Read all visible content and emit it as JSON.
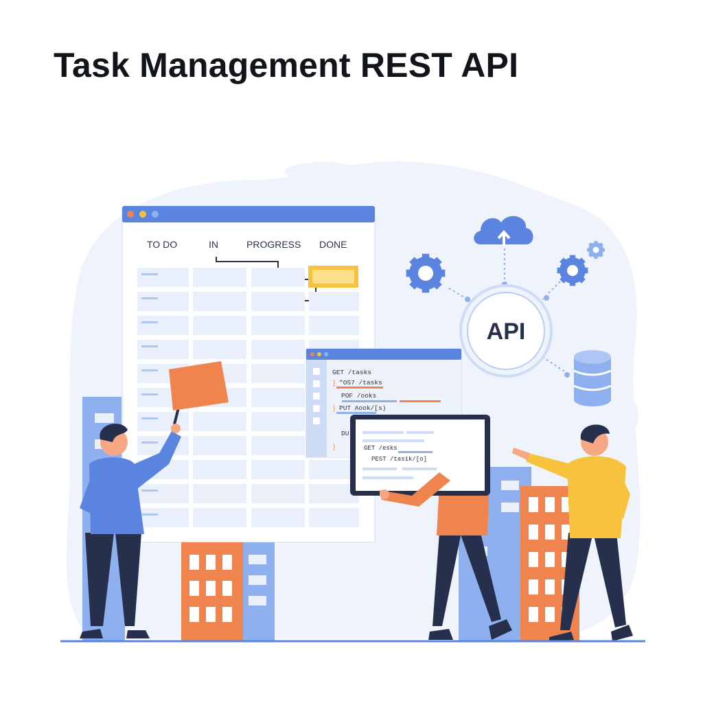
{
  "title": "Task Management REST API",
  "board": {
    "columns": [
      "TO DO",
      "IN",
      "PROGRESS",
      "DONE"
    ]
  },
  "code_window": {
    "lines": [
      "GET /tasks",
      "\"OS7 /tasks",
      "POF /ooks",
      "PUT Aook/[s)",
      "DU"
    ]
  },
  "tablet": {
    "lines": [
      "GET /esks",
      "PEST /tasik/[o]"
    ]
  },
  "api_badge": "API",
  "icons": [
    "cloud-upload-icon",
    "gear-icon",
    "database-icon"
  ],
  "colors": {
    "primary_blue": "#5b84e0",
    "orange": "#f0844e",
    "yellow": "#f7c23c",
    "navy": "#26304d",
    "light_blue": "#e9effb"
  }
}
